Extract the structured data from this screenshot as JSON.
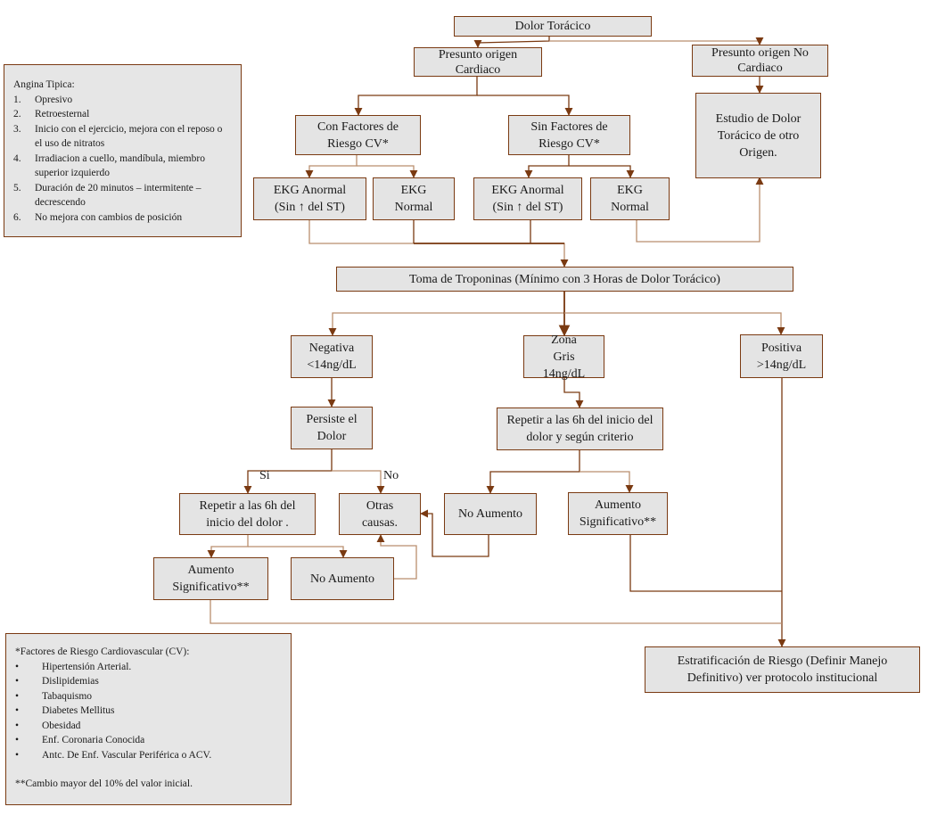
{
  "diagram": {
    "colors": {
      "line": "#7a3a12",
      "line_light": "#b98e6e",
      "box_fill": "#e4e4e4"
    },
    "nodes": {
      "dolor": "Dolor Torácico",
      "cardiaco": "Presunto origen Cardiaco",
      "no_cardiaco": "Presunto origen No Cardiaco",
      "estudio": "Estudio de Dolor Torácico de otro Origen.",
      "con_factores": "Con Factores de Riesgo CV*",
      "sin_factores": "Sin Factores de Riesgo CV*",
      "ekg_anormal_1": "EKG Anormal (Sin ↑ del ST)",
      "ekg_normal_1": "EKG Normal",
      "ekg_anormal_2": "EKG Anormal (Sin ↑ del ST)",
      "ekg_normal_2": "EKG Normal",
      "troponinas": "Toma de Troponinas (Mínimo con 3 Horas de Dolor Torácico)",
      "negativa": "Negativa <14ng/dL",
      "zona_gris": "Zona Gris 14ng/dL",
      "positiva": "Positiva >14ng/dL",
      "persiste": "Persiste el Dolor",
      "repetir_gris": "Repetir a las 6h del inicio del dolor y según criterio",
      "repetir_neg": "Repetir a las 6h del inicio del dolor .",
      "otras": "Otras causas.",
      "no_aumento_gris": "No Aumento",
      "aumento_gris": "Aumento Significativo**",
      "aumento_neg": "Aumento Significativo**",
      "no_aumento_neg": "No Aumento",
      "estratificacion": "Estratificación de Riesgo (Definir Manejo Definitivo) ver protocolo institucional"
    },
    "edge_labels": {
      "si": "Si",
      "no": "No"
    }
  },
  "angina_note": {
    "title": "Angina Tipica:",
    "items": [
      {
        "n": "1.",
        "text": "Opresivo"
      },
      {
        "n": "2.",
        "text": "Retroesternal"
      },
      {
        "n": "3.",
        "text": "Inicio con el ejercicio, mejora con el reposo o el uso de nitratos"
      },
      {
        "n": "4.",
        "text": "Irradiacion a cuello, mandíbula, miembro superior izquierdo"
      },
      {
        "n": "5.",
        "text": "Duración de 20 minutos – intermitente – decrescendo"
      },
      {
        "n": "6.",
        "text": "No mejora con cambios de posición"
      }
    ]
  },
  "factores_note": {
    "title": "*Factores de Riesgo Cardiovascular (CV):",
    "bullet": "•",
    "items": [
      "Hipertensión Arterial.",
      "Dislipidemias",
      "Tabaquismo",
      "Diabetes Mellitus",
      "Obesidad",
      "Enf. Coronaria Conocida",
      "Antc. De Enf. Vascular Periférica o ACV."
    ],
    "footnote": "**Cambio mayor del 10% del valor inicial."
  }
}
